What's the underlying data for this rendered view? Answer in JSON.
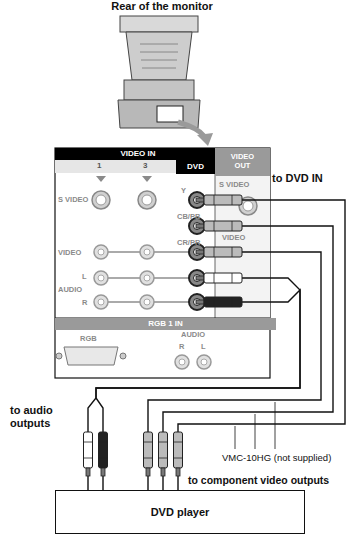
{
  "diagram": {
    "nodes": [
      {
        "text": [
          "Rear of the monitor"
        ]
      },
      {
        "text": [
          "VIDEO IN"
        ]
      },
      {
        "text": [
          "VIDEO OUT"
        ]
      },
      {
        "text": [
          "RGB 1 IN"
        ]
      },
      {
        "text": [
          "DVD player"
        ]
      }
    ],
    "edges": [
      {
        "from": 4,
        "to": 1,
        "arrow": "none"
      },
      {
        "from": 4,
        "to": 1,
        "arrow": "none"
      },
      {
        "from": 4,
        "to": 1,
        "arrow": "none"
      },
      {
        "from": 4,
        "to": 1,
        "arrow": "none"
      },
      {
        "from": 4,
        "to": 1,
        "arrow": "none"
      }
    ],
    "labels": [
      "1",
      "3",
      "DVD",
      "S VIDEO",
      "Y",
      "CB/PB",
      "CR/PR",
      "VIDEO",
      "L",
      "AUDIO",
      "R",
      "S VIDEO",
      "VIDEO",
      "RGB",
      "AUDIO",
      "R",
      "L",
      "to DVD IN",
      "to audio outputs",
      "VMC-10HG (not supplied)",
      "to component video outputs"
    ]
  }
}
